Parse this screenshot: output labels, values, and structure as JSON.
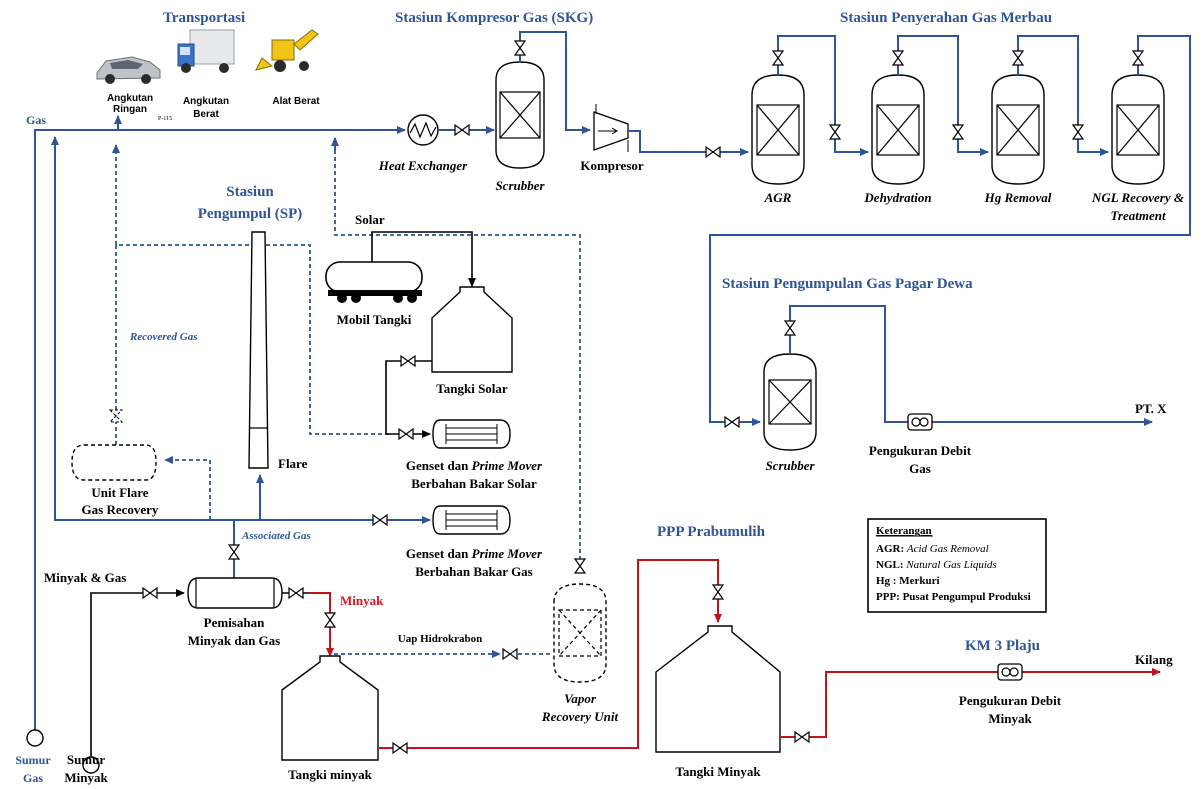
{
  "sections": {
    "transportasi": "Transportasi",
    "skg": "Stasiun Kompresor Gas (SKG)",
    "merbau": "Stasiun Penyerahan Gas Merbau",
    "sp_line1": "Stasiun",
    "sp_line2": "Pengumpul (SP)",
    "pagar_dewa": "Stasiun Pengumpulan Gas Pagar Dewa",
    "ppp": "PPP Prabumulih",
    "km3": "KM 3 Plaju"
  },
  "vehicles": {
    "ringan_l1": "Angkutan",
    "ringan_l2": "Ringan",
    "ringan_tag": "P-115",
    "berat_l1": "Angkutan",
    "berat_l2": "Berat",
    "alat": "Alat Berat"
  },
  "labels": {
    "gas": "Gas",
    "heat_exchanger": "Heat Exchanger",
    "scrubber": "Scrubber",
    "kompresor": "Kompresor",
    "agr": "AGR",
    "dehydration": "Dehydration",
    "hg_removal": "Hg Removal",
    "ngl_l1": "NGL Recovery &",
    "ngl_l2": "Treatment",
    "solar": "Solar",
    "mobil_tangki": "Mobil Tangki",
    "tangki_solar": "Tangki Solar",
    "recovered_gas": "Recovered Gas",
    "flare": "Flare",
    "unit_flare_l1": "Unit Flare",
    "unit_flare_l2": "Gas Recovery",
    "genset_solar_l1a": "Genset dan ",
    "genset_solar_l1b": "Prime Mover",
    "genset_solar_l2": "Berbahan Bakar Solar",
    "associated_gas": "Associated Gas",
    "genset_gas_l1a": "Genset dan ",
    "genset_gas_l1b": "Prime Mover",
    "genset_gas_l2": "Berbahan Bakar Gas",
    "minyak_gas": "Minyak & Gas",
    "pemisahan_l1": "Pemisahan",
    "pemisahan_l2": "Minyak dan Gas",
    "minyak": "Minyak",
    "uap": "Uap Hidrokrabon",
    "vru_l1": "Vapor",
    "vru_l2": "Recovery Unit",
    "tangki_minyak_sp": "Tangki minyak",
    "tangki_minyak_ppp": "Tangki Minyak",
    "sumur_gas_l1": "Sumur",
    "sumur_gas_l2": "Gas",
    "sumur_minyak_l1": "Sumur",
    "sumur_minyak_l2": "Minyak",
    "scrubber2": "Scrubber",
    "ukur_gas_l1": "Pengukuran Debit",
    "ukur_gas_l2": "Gas",
    "pt_x": "PT. X",
    "ukur_minyak_l1": "Pengukuran Debit",
    "ukur_minyak_l2": "Minyak",
    "kilang": "Kilang"
  },
  "legend": {
    "title": "Keterangan",
    "agr_key": "AGR: ",
    "agr_val": "Acid Gas Removal",
    "ngl_key": "NGL: ",
    "ngl_val": "Natural Gas Liquids",
    "hg": "Hg : Merkuri",
    "ppp": "PPP: Pusat Pengumpul Produksi"
  },
  "colors": {
    "gas_line": "#2e5597",
    "oil_line": "#c0141c",
    "section_title": "#2e5597"
  }
}
